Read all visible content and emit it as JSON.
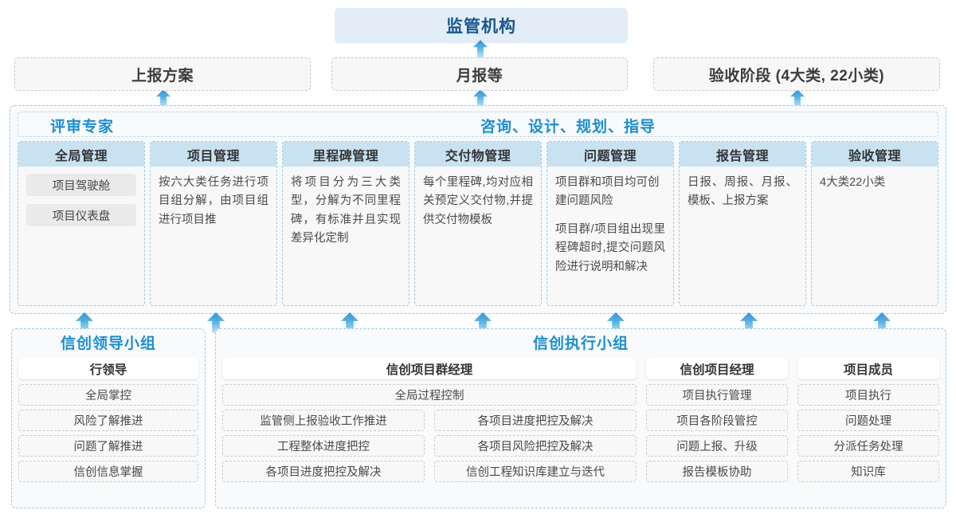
{
  "top": {
    "regulator": "监管机构",
    "reports": [
      {
        "label": "上报方案"
      },
      {
        "label": "月报等"
      },
      {
        "label": "验收阶段 (4大类, 22小类)"
      }
    ]
  },
  "middle": {
    "header_left": "评审专家",
    "header_center": "咨询、设计、规划、指导",
    "columns": [
      {
        "title": "全局管理",
        "pills": [
          "项目驾驶舱",
          "项目仪表盘"
        ],
        "paragraphs": []
      },
      {
        "title": "项目管理",
        "pills": [],
        "paragraphs": [
          "按六大类任务进行项目组分解，由项目组进行项目推"
        ]
      },
      {
        "title": "里程碑管理",
        "pills": [],
        "paragraphs": [
          "将项目分为三大类型，分解为不同里程碑，有标准并且实现差异化定制"
        ]
      },
      {
        "title": "交付物管理",
        "pills": [],
        "paragraphs": [
          "每个里程碑,均对应相关预定义交付物,并提供交付物模板"
        ]
      },
      {
        "title": "问题管理",
        "pills": [],
        "paragraphs": [
          "项目群和项目均可创建问题风险",
          "项目群/项目组出现里程碑超时,提交问题风险进行说明和解决"
        ]
      },
      {
        "title": "报告管理",
        "pills": [],
        "paragraphs": [
          "日报、周报、月报、模板、上报方案"
        ]
      },
      {
        "title": "验收管理",
        "pills": [],
        "paragraphs": [
          "4大类22小类"
        ]
      }
    ]
  },
  "bottom": {
    "lead_group": {
      "title": "信创领导小组",
      "role": "行领导",
      "items": [
        "全局掌控",
        "风险了解推进",
        "问题了解推进",
        "信创信息掌握"
      ]
    },
    "exec_group": {
      "title": "信创执行小组",
      "program_manager": {
        "role": "信创项目群经理",
        "full_item": "全局过程控制",
        "left_items": [
          "监管侧上报验收工作推进",
          "工程整体进度把控",
          "各项目进度把控及解决"
        ],
        "right_items": [
          "各项目进度把控及解决",
          "各项目风险把控及解决",
          "信创工程知识库建立与迭代"
        ]
      },
      "project_manager": {
        "role": "信创项目经理",
        "items": [
          "项目执行管理",
          "项目各阶段管控",
          "问题上报、升级",
          "报告模板协助"
        ]
      },
      "member": {
        "role": "项目成员",
        "items": [
          "项目执行",
          "问题处理",
          "分派任务处理",
          "知识库"
        ]
      }
    }
  },
  "colors": {
    "accent_blue": "#1b8ed6",
    "regulator_bg": "#e3edf7",
    "regulator_text": "#17578f",
    "col_head_bg": "#c8e2f2",
    "arrow": "#54b3e8"
  }
}
